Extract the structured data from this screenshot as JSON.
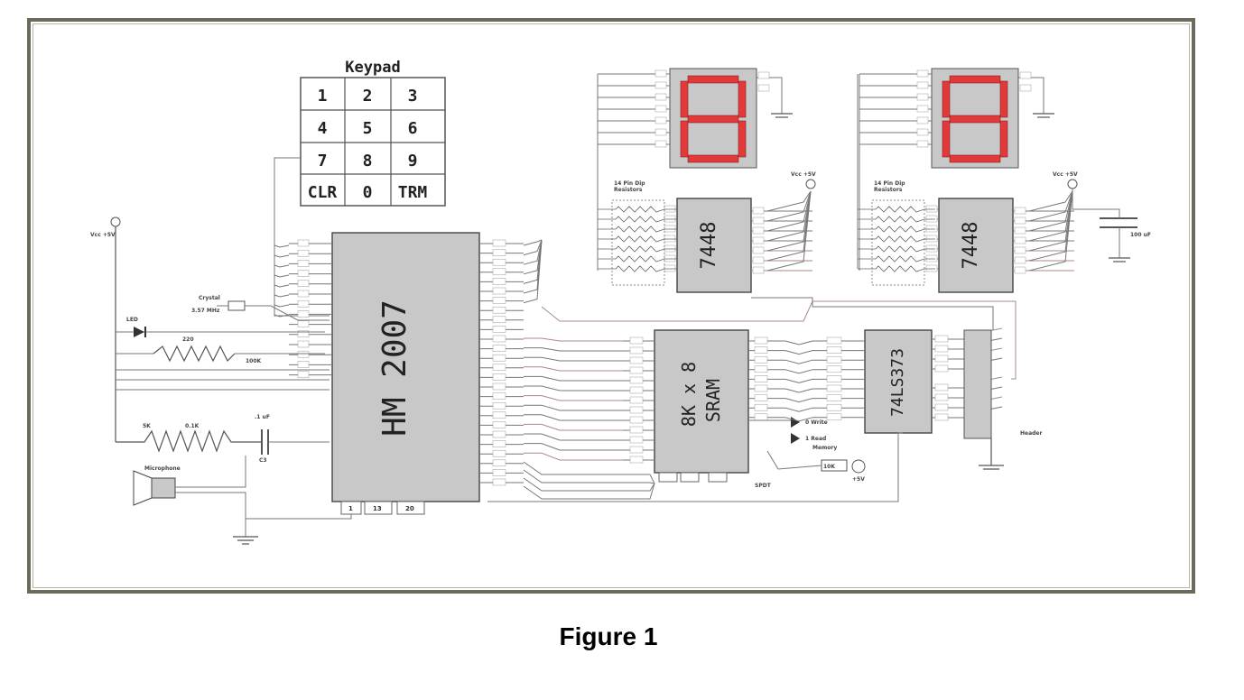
{
  "keypad": {
    "title": "Keypad",
    "keys": [
      "1",
      "2",
      "3",
      "4",
      "5",
      "6",
      "7",
      "8",
      "9",
      "CLR",
      "0",
      "TRM"
    ]
  },
  "chips": {
    "encoder": "HM 2007",
    "sram_line1": "8K x 8",
    "sram_line2": "SRAM",
    "latch": "74LS373",
    "decoder_left": "7448",
    "decoder_right": "7448"
  },
  "caption": "Figure 1",
  "colors": {
    "frame": "#6e6a5b",
    "chip_fill": "#c8c8c8",
    "segment": "#e03a3a",
    "wire": "#555555"
  }
}
